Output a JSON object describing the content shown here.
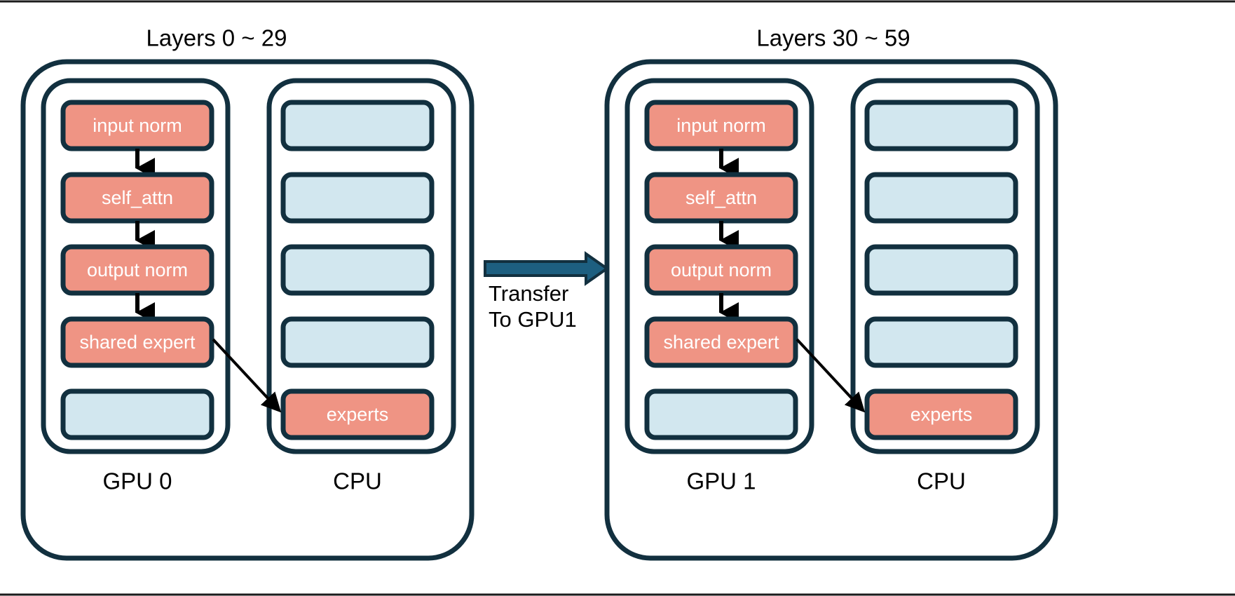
{
  "figure": {
    "background_color": "#ffffff",
    "accent_border_color": "#12303f",
    "gpu_node_color": "#ef9484",
    "cpu_node_color": "#d2e7ef",
    "transfer_arrow_color": "#1d5f80"
  },
  "panels": [
    {
      "title": "Layers 0 ~ 29",
      "columns": [
        {
          "caption": "GPU 0",
          "nodes": [
            {
              "label": "input norm",
              "kind": "active"
            },
            {
              "label": "self_attn",
              "kind": "active"
            },
            {
              "label": "output norm",
              "kind": "active"
            },
            {
              "label": "shared expert",
              "kind": "active"
            },
            {
              "label": "",
              "kind": "idle"
            }
          ]
        },
        {
          "caption": "CPU",
          "nodes": [
            {
              "label": "",
              "kind": "idle"
            },
            {
              "label": "",
              "kind": "idle"
            },
            {
              "label": "",
              "kind": "idle"
            },
            {
              "label": "",
              "kind": "idle"
            },
            {
              "label": "experts",
              "kind": "active"
            }
          ]
        }
      ]
    },
    {
      "title": "Layers 30 ~ 59",
      "columns": [
        {
          "caption": "GPU 1",
          "nodes": [
            {
              "label": "input norm",
              "kind": "active"
            },
            {
              "label": "self_attn",
              "kind": "active"
            },
            {
              "label": "output norm",
              "kind": "active"
            },
            {
              "label": "shared expert",
              "kind": "active"
            },
            {
              "label": "",
              "kind": "idle"
            }
          ]
        },
        {
          "caption": "CPU",
          "nodes": [
            {
              "label": "",
              "kind": "idle"
            },
            {
              "label": "",
              "kind": "idle"
            },
            {
              "label": "",
              "kind": "idle"
            },
            {
              "label": "",
              "kind": "idle"
            },
            {
              "label": "experts",
              "kind": "active"
            }
          ]
        }
      ]
    }
  ],
  "transfer": {
    "line1": "Transfer",
    "line2": "To GPU1"
  }
}
